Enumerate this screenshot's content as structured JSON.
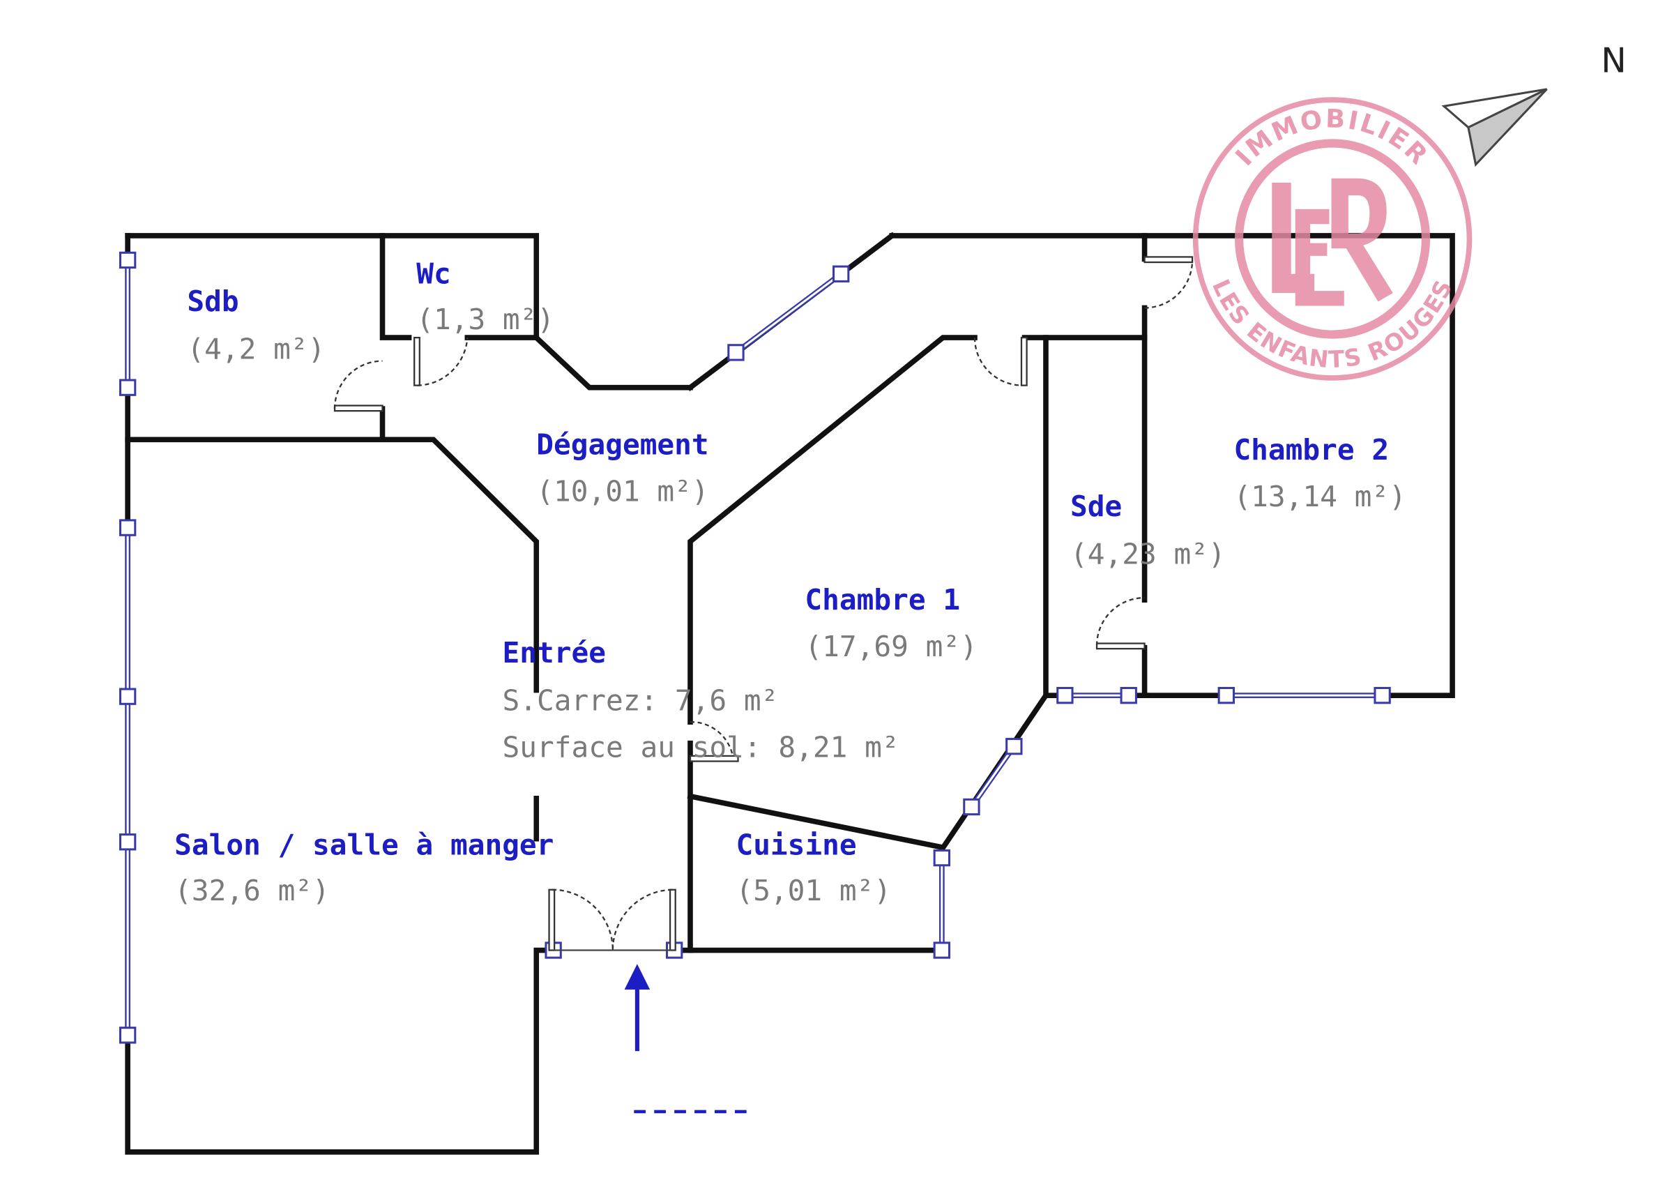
{
  "compass": {
    "label": "N"
  },
  "rooms": {
    "sdb": {
      "name": "Sdb",
      "area": "(4,2 m²)"
    },
    "wc": {
      "name": "Wc",
      "area": "(1,3 m²)"
    },
    "degagement": {
      "name": "Dégagement",
      "area": "(10,01 m²)"
    },
    "entree": {
      "name": "Entrée",
      "carrez": "S.Carrez: 7,6 m²",
      "sol": "Surface au sol: 8,21 m²"
    },
    "salon": {
      "name": "Salon / salle à manger",
      "area": "(32,6 m²)"
    },
    "cuisine": {
      "name": "Cuisine",
      "area": "(5,01 m²)"
    },
    "chambre1": {
      "name": "Chambre 1",
      "area": "(17,69 m²)"
    },
    "sde": {
      "name": "Sde",
      "area": "(4,23 m²)"
    },
    "chambre2": {
      "name": "Chambre 2",
      "area": "(13,14 m²)"
    }
  },
  "stamp": {
    "top": "IMMOBILIER",
    "bottom": "LES ENFANTS ROUGES",
    "monogram": "LER"
  },
  "colors": {
    "room_name": "#1d1dc4",
    "area": "#7a7a7a",
    "stamp": "#e48aa4",
    "window": "#3a3aa8"
  }
}
